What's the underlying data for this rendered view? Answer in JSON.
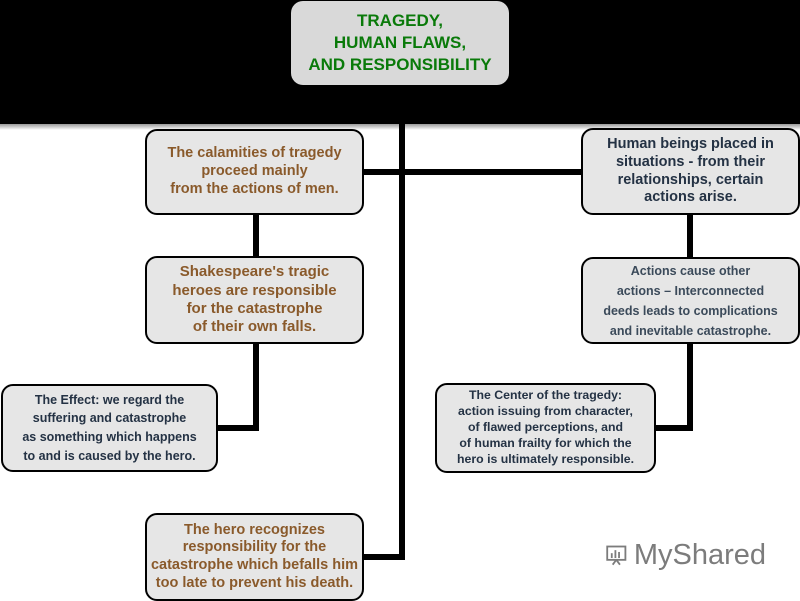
{
  "title": {
    "lines": [
      "TRAGEDY,",
      "HUMAN FLAWS,",
      "AND RESPONSIBILITY"
    ]
  },
  "left": {
    "calamities": [
      "The calamities of tragedy",
      "proceed mainly",
      "from the actions of men."
    ],
    "heroes": [
      "Shakespeare's tragic",
      "heroes are responsible",
      "for the catastrophe",
      "of their own falls."
    ],
    "effect": [
      "The Effect: we regard the",
      "suffering and catastrophe",
      "as something which happens",
      "to and is caused by the hero."
    ]
  },
  "center": {
    "recognizes": [
      "The hero recognizes",
      "responsibility for the",
      "catastrophe which befalls him",
      "too late to prevent his death."
    ]
  },
  "right": {
    "human_beings": [
      "Human beings placed in",
      "situations - from their",
      "relationships, certain",
      "actions arise."
    ],
    "actions": [
      "Actions cause other",
      "actions – Interconnected",
      "deeds leads to complications",
      "and inevitable catastrophe."
    ],
    "center_of_tragedy": [
      "The Center of the tragedy:",
      "action issuing from character,",
      "of flawed perceptions, and",
      "of human frailty for which the",
      "hero is ultimately responsible."
    ]
  },
  "watermark": {
    "text": "MyShared"
  },
  "colors": {
    "header_background": "#000000",
    "box_fill": "#e6e6e6",
    "title_text": "#0a7a0a",
    "left_text": "#8a5a2b",
    "right_text": "#243244",
    "connector": "#000000"
  }
}
